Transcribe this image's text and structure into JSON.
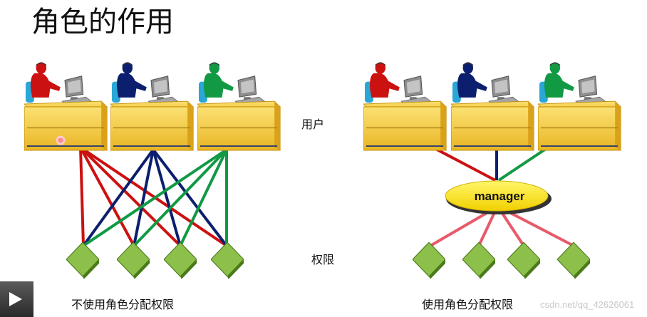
{
  "title": "角色的作用",
  "labels": {
    "users": "用户",
    "permissions": "权限"
  },
  "left_caption": "不使用角色分配权限",
  "right_caption": "使用角色分配权限",
  "role_label": "manager",
  "watermark": "csdn.net/qq_42626061",
  "users": [
    {
      "color": "#cc1111"
    },
    {
      "color": "#0c1f6e"
    },
    {
      "color": "#119944"
    }
  ],
  "colors": {
    "desk_top": "#f7d23a",
    "desk_front": "#f0c030",
    "desk_shadow": "#c89410",
    "permission": "#8cc04a",
    "permission_dark": "#4a7a1a",
    "role_fill": "#ffee00",
    "role_link": "#e85a6a",
    "play_button": "#3a3a3a"
  },
  "play_icon": "play-icon"
}
